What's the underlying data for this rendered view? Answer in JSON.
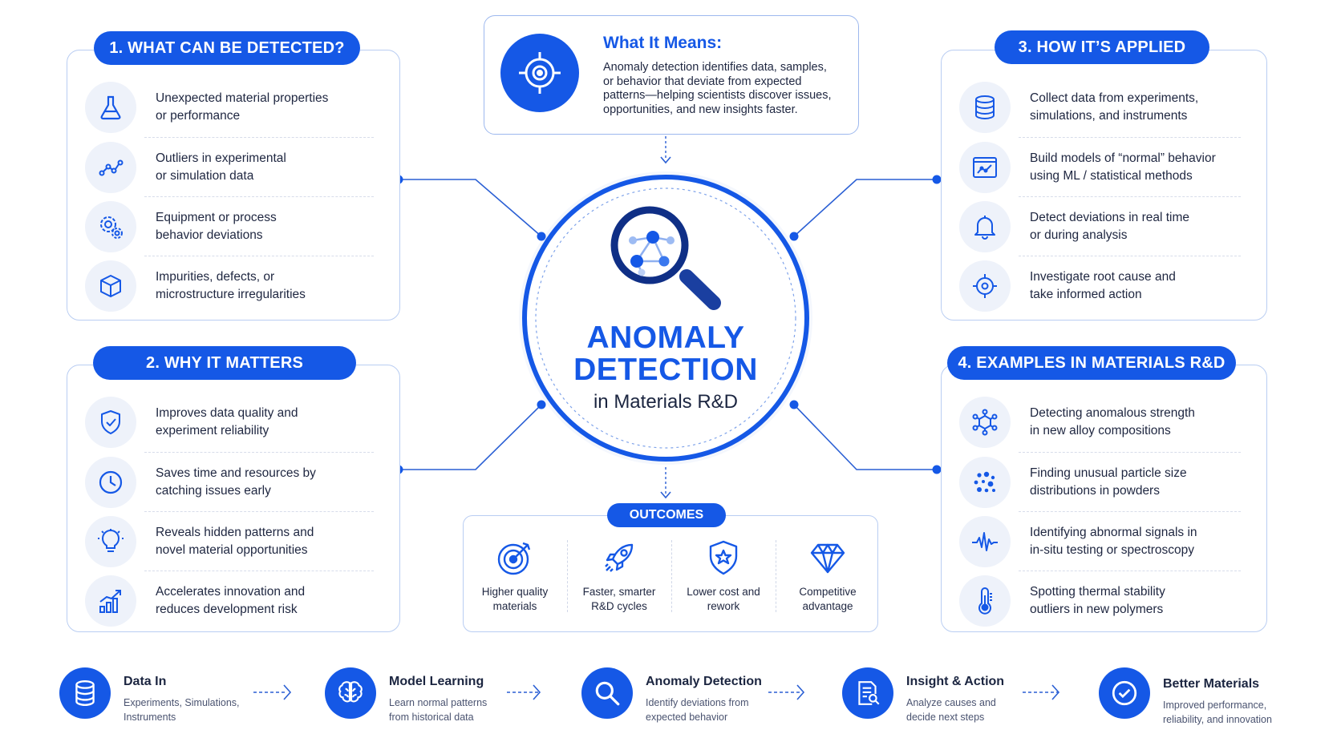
{
  "info": {
    "title": "What It Means:",
    "lines": [
      "Anomaly detection identifies data, samples,",
      "or behavior that deviate from expected",
      "patterns—helping scientists discover issues,",
      "opportunities, and new insights faster."
    ]
  },
  "hub": {
    "title_line1": "ANOMALY",
    "title_line2": "DETECTION",
    "subtitle": "in Materials R&D"
  },
  "sections": {
    "detected": {
      "title": "1. WHAT CAN BE DETECTED?",
      "items": [
        {
          "icon": "flask-icon",
          "line1": "Unexpected material properties",
          "line2": "or performance"
        },
        {
          "icon": "scatter-points-icon",
          "line1": "Outliers in experimental",
          "line2": "or simulation data"
        },
        {
          "icon": "gears-icon",
          "line1": "Equipment or process",
          "line2": "behavior deviations"
        },
        {
          "icon": "cube-icon",
          "line1": "Impurities, defects, or",
          "line2": "microstructure irregularities"
        }
      ]
    },
    "matters": {
      "title": "2. WHY IT MATTERS",
      "items": [
        {
          "icon": "shield-check-icon",
          "line1": "Improves data quality and",
          "line2": "experiment reliability"
        },
        {
          "icon": "clock-icon",
          "line1": "Saves time and resources by",
          "line2": "catching issues early"
        },
        {
          "icon": "lightbulb-icon",
          "line1": "Reveals hidden patterns and",
          "line2": "novel material opportunities"
        },
        {
          "icon": "growth-chart-icon",
          "line1": "Accelerates innovation and",
          "line2": "reduces development risk"
        }
      ]
    },
    "applied": {
      "title": "3. HOW IT’S APPLIED",
      "items": [
        {
          "icon": "database-icon",
          "line1": "Collect data from experiments,",
          "line2": "simulations, and instruments"
        },
        {
          "icon": "chart-window-icon",
          "line1": "Build models of “normal” behavior",
          "line2": "using ML / statistical methods"
        },
        {
          "icon": "bell-icon",
          "line1": "Detect deviations in real time",
          "line2": "or during analysis"
        },
        {
          "icon": "crosshair-icon",
          "line1": "Investigate root cause and",
          "line2": "take informed action"
        }
      ]
    },
    "examples": {
      "title": "4. EXAMPLES IN MATERIALS R&D",
      "items": [
        {
          "icon": "molecule-icon",
          "line1": "Detecting anomalous strength",
          "line2": "in new alloy compositions"
        },
        {
          "icon": "particles-icon",
          "line1": "Finding unusual particle size",
          "line2": "distributions in powders"
        },
        {
          "icon": "signal-wave-icon",
          "line1": "Identifying abnormal signals in",
          "line2": "in-situ testing or spectroscopy"
        },
        {
          "icon": "thermometer-icon",
          "line1": "Spotting thermal stability",
          "line2": "outliers in new polymers"
        }
      ]
    }
  },
  "outcomes": {
    "title": "OUTCOMES",
    "items": [
      {
        "icon": "target-icon",
        "line1": "Higher quality",
        "line2": "materials"
      },
      {
        "icon": "rocket-icon",
        "line1": "Faster, smarter",
        "line2": "R&D cycles"
      },
      {
        "icon": "shield-star-icon",
        "line1": "Lower cost and",
        "line2": "rework"
      },
      {
        "icon": "diamond-icon",
        "line1": "Competitive",
        "line2": "advantage"
      }
    ]
  },
  "flow": [
    {
      "icon": "database-icon",
      "title": "Data In",
      "line1": "Experiments, Simulations,",
      "line2": "Instruments"
    },
    {
      "icon": "brain-icon",
      "title": "Model Learning",
      "line1": "Learn normal patterns",
      "line2": "from historical data"
    },
    {
      "icon": "magnifier-icon",
      "title": "Anomaly Detection",
      "line1": "Identify deviations from",
      "line2": "expected behavior"
    },
    {
      "icon": "report-search-icon",
      "title": "Insight & Action",
      "line1": "Analyze causes and",
      "line2": "decide next steps"
    },
    {
      "icon": "check-circle-icon",
      "title": "Better Materials",
      "line1": "Improved performance,",
      "line2": "reliability, and innovation"
    }
  ],
  "colors": {
    "primary": "#1558e6",
    "panel_border": "#b9cdf2",
    "icon_bg": "#eef2fa",
    "text": "#1b2540"
  }
}
